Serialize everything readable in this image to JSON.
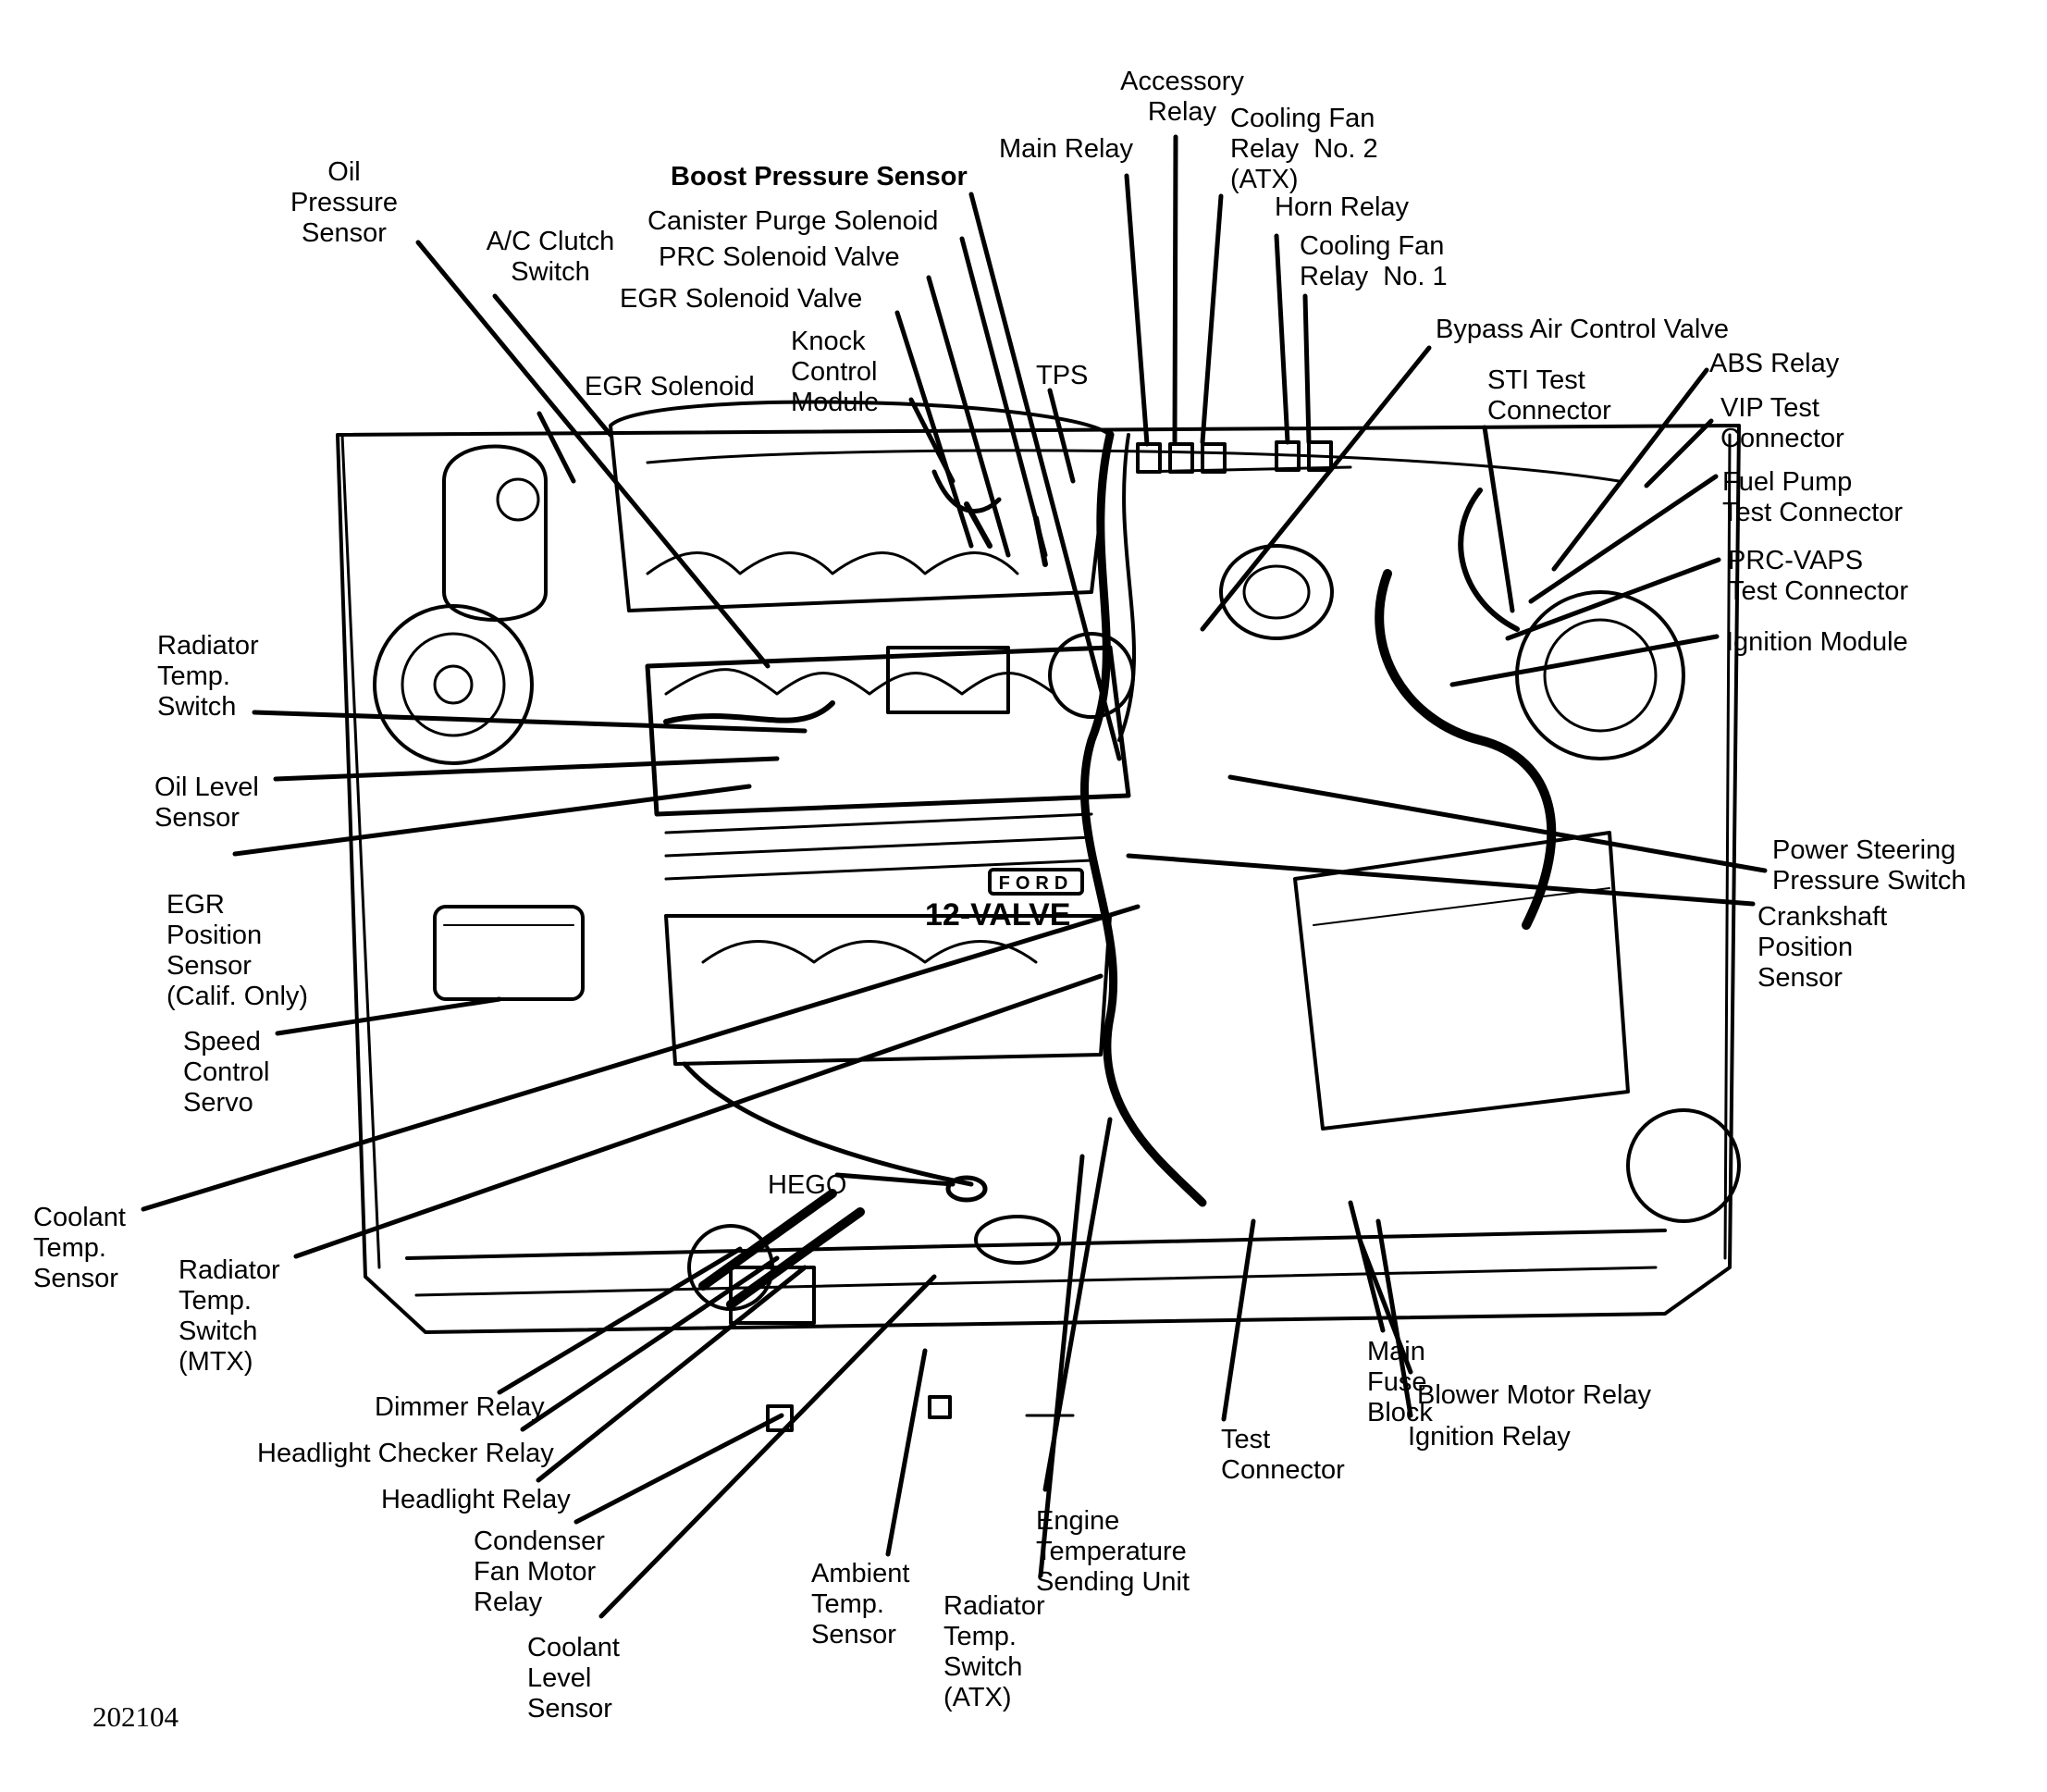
{
  "figure": {
    "title": "Engine Compartment Component Locations",
    "figure_number": "202104",
    "engine_badge": "12-VALVE",
    "brand_plate": "FORD",
    "ink_color": "#000000",
    "paper_color": "#ffffff"
  },
  "labels": [
    {
      "id": "oil-pressure-sensor",
      "text": "Oil\nPressure\nSensor"
    },
    {
      "id": "ac-clutch-switch",
      "text": "A/C Clutch\nSwitch"
    },
    {
      "id": "boost-pressure-sensor",
      "text": "Boost Pressure Sensor"
    },
    {
      "id": "canister-purge-solenoid",
      "text": "Canister Purge Solenoid"
    },
    {
      "id": "prc-solenoid-valve",
      "text": "PRC Solenoid Valve"
    },
    {
      "id": "egr-solenoid-valve",
      "text": "EGR Solenoid Valve"
    },
    {
      "id": "knock-control-module",
      "text": "Knock\nControl\nModule"
    },
    {
      "id": "egr-solenoid",
      "text": "EGR Solenoid"
    },
    {
      "id": "tps",
      "text": "TPS"
    },
    {
      "id": "main-relay",
      "text": "Main Relay"
    },
    {
      "id": "accessory-relay",
      "text": "Accessory\nRelay"
    },
    {
      "id": "cooling-fan-relay-2",
      "text": "Cooling Fan\nRelay  No. 2\n(ATX)"
    },
    {
      "id": "horn-relay",
      "text": "Horn Relay"
    },
    {
      "id": "cooling-fan-relay-1",
      "text": "Cooling Fan\nRelay  No. 1"
    },
    {
      "id": "bypass-air-control-valve",
      "text": "Bypass Air Control Valve"
    },
    {
      "id": "sti-test-connector",
      "text": "STI Test\nConnector"
    },
    {
      "id": "abs-relay",
      "text": "ABS Relay"
    },
    {
      "id": "vip-test-connector",
      "text": "VIP Test\nConnector"
    },
    {
      "id": "fuel-pump-test-connector",
      "text": "Fuel Pump\nTest Connector"
    },
    {
      "id": "prc-vaps-test-connector",
      "text": "PRC-VAPS\nTest Connector"
    },
    {
      "id": "ignition-module",
      "text": "Ignition Module"
    },
    {
      "id": "power-steering-pressure-switch",
      "text": "Power Steering\nPressure Switch"
    },
    {
      "id": "crankshaft-position-sensor",
      "text": "Crankshaft\nPosition\nSensor"
    },
    {
      "id": "radiator-temp-switch",
      "text": "Radiator\nTemp.\nSwitch"
    },
    {
      "id": "oil-level-sensor",
      "text": "Oil Level\nSensor"
    },
    {
      "id": "egr-position-sensor",
      "text": "EGR\nPosition\nSensor\n(Calif. Only)"
    },
    {
      "id": "speed-control-servo",
      "text": "Speed\nControl\nServo"
    },
    {
      "id": "coolant-temp-sensor",
      "text": "Coolant\nTemp.\nSensor"
    },
    {
      "id": "radiator-temp-switch-mtx",
      "text": "Radiator\nTemp.\nSwitch\n(MTX)"
    },
    {
      "id": "hego",
      "text": "HEGO"
    },
    {
      "id": "dimmer-relay",
      "text": "Dimmer Relay"
    },
    {
      "id": "headlight-checker-relay",
      "text": "Headlight Checker Relay"
    },
    {
      "id": "headlight-relay",
      "text": "Headlight Relay"
    },
    {
      "id": "condenser-fan-motor-relay",
      "text": "Condenser\nFan Motor\nRelay"
    },
    {
      "id": "coolant-level-sensor",
      "text": "Coolant\nLevel\nSensor"
    },
    {
      "id": "ambient-temp-sensor",
      "text": "Ambient\nTemp.\nSensor"
    },
    {
      "id": "radiator-temp-switch-atx",
      "text": "Radiator\nTemp.\nSwitch\n(ATX)"
    },
    {
      "id": "engine-temperature-sending-unit",
      "text": "Engine\nTemperature\nSending Unit"
    },
    {
      "id": "test-connector",
      "text": "Test\nConnector"
    },
    {
      "id": "main-fuse-block",
      "text": "Main\nFuse\nBlock"
    },
    {
      "id": "blower-motor-relay",
      "text": "Blower Motor Relay"
    },
    {
      "id": "ignition-relay",
      "text": "Ignition Relay"
    }
  ]
}
